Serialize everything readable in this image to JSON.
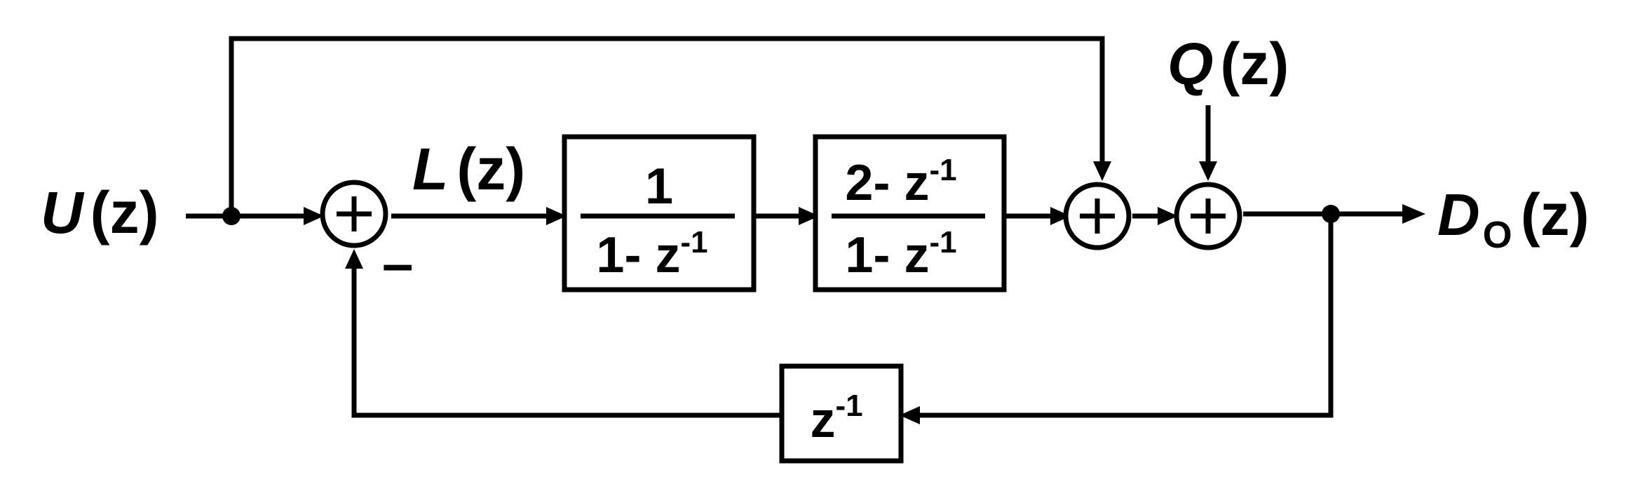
{
  "signals": {
    "input": {
      "var": "U",
      "arg": "(z)"
    },
    "loop": {
      "var": "L",
      "arg": "(z)"
    },
    "noise": {
      "var": "Q",
      "arg": "(z)"
    },
    "output": {
      "var": "D",
      "sub": "O",
      "arg": "(z)"
    }
  },
  "blocks": {
    "integrator": {
      "num": "1",
      "den_base": "1- z",
      "den_exp": "-1"
    },
    "filter": {
      "num_base": "2- z",
      "num_exp": "-1",
      "den_base": "1- z",
      "den_exp": "-1"
    },
    "delay": {
      "base": "z",
      "exp": "-1"
    }
  },
  "summing_junctions": {
    "sign_plus": "+",
    "feedback_sign": "–"
  }
}
